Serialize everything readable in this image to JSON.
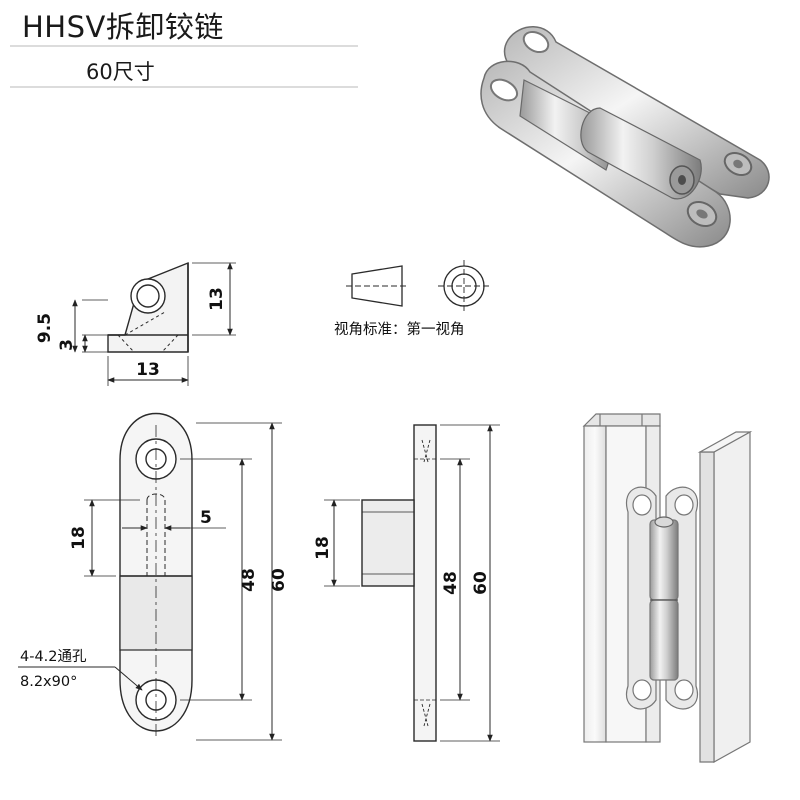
{
  "header": {
    "title": "HHSV拆卸铰链",
    "subtitle": "60尺寸"
  },
  "projection": {
    "label": "视角标准：第一视角"
  },
  "side_view": {
    "dim_total_height": "9.5",
    "dim_base_height": "3",
    "dim_width": "13",
    "dim_height": "13"
  },
  "front_view": {
    "dim_pin_length": "18",
    "dim_pin_width": "5",
    "dim_hole_spacing": "48",
    "dim_overall_length": "60",
    "hole_note_line1": "4-4.2通孔",
    "hole_note_line2": "8.2x90°"
  },
  "profile_view": {
    "dim_pin_length": "18",
    "dim_hole_spacing": "48",
    "dim_overall_length": "60"
  },
  "colors": {
    "line": "#2a2a2a",
    "metal": "#c9c9c9",
    "metal_dark": "#8e8e8e",
    "rule": "#dcdcdc"
  }
}
